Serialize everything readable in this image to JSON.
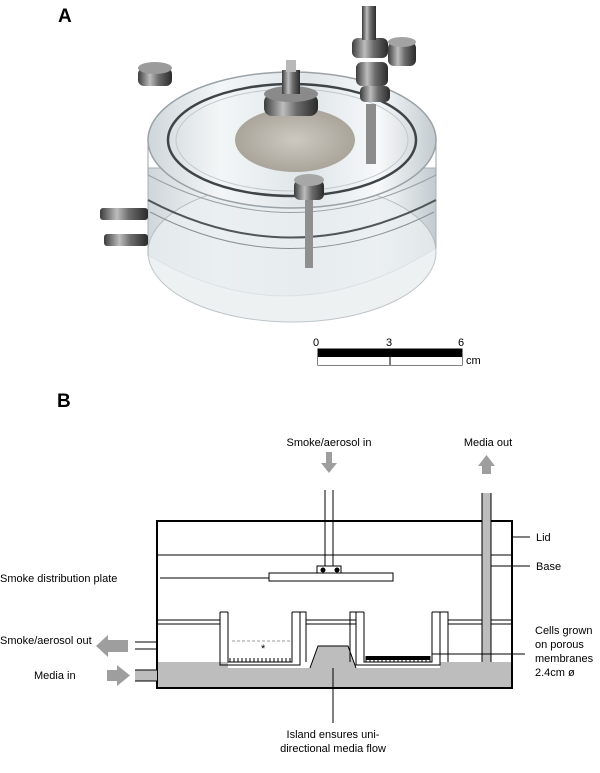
{
  "panels": {
    "a": {
      "letter": "A"
    },
    "b": {
      "letter": "B"
    }
  },
  "scale_bar": {
    "ticks": [
      "0",
      "3",
      "6"
    ],
    "unit": "cm"
  },
  "labels": {
    "smoke_in": "Smoke/aerosol in",
    "media_out": "Media out",
    "lid": "Lid",
    "base": "Base",
    "plate": "Smoke distribution plate",
    "smoke_out": "Smoke/aerosol out",
    "media_in": "Media in",
    "cells_line1": "Cells grown",
    "cells_line2": "on porous",
    "cells_line3": "membranes",
    "cells_line4": "2.4cm ø",
    "island_line1": "Island ensures uni-",
    "island_line2": "directional media flow",
    "asterisk": "*"
  },
  "colors": {
    "media": "#bdbdbd",
    "arrow": "#9e9e9e",
    "outline": "#000000"
  }
}
